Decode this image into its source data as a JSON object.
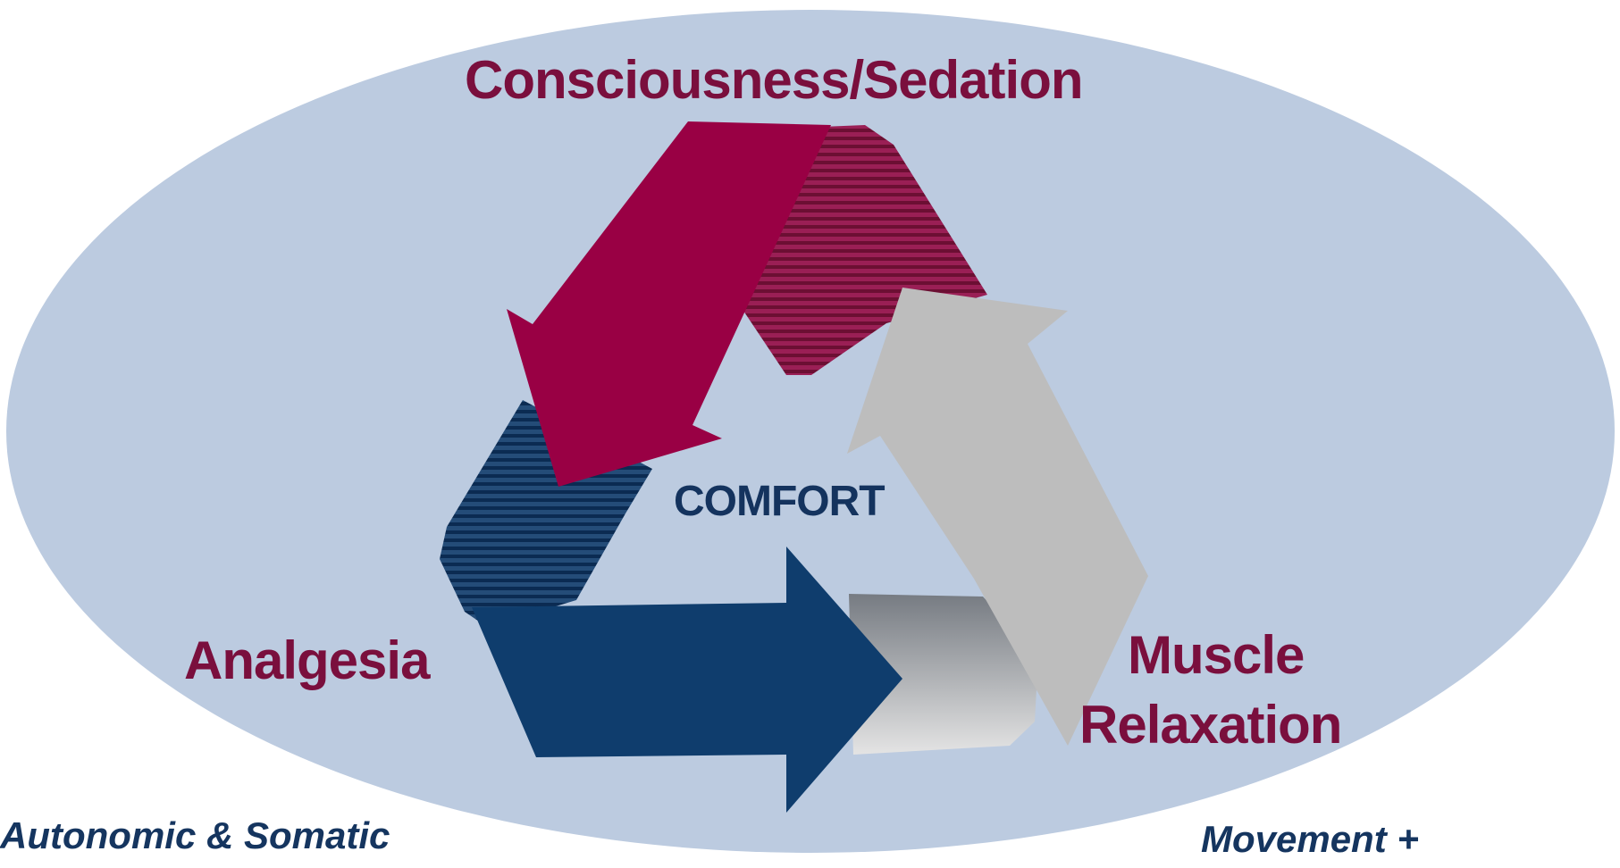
{
  "diagram": {
    "title_top": "Consciousness/Sedation",
    "center": "COMFORT",
    "left_label": "Analgesia",
    "right_label_line1": "Muscle",
    "right_label_line2": "Relaxation",
    "bottom_left_note": "Autonomic & Somatic",
    "bottom_right_note": "Movement +"
  },
  "colors": {
    "background_ellipse": "#bccbe0",
    "sedation_arrow": "#990044",
    "analgesia_arrow": "#0f3d6d",
    "muscle_arrow": "#bdbdbd"
  },
  "icons": {
    "sedation_arrow": "arrow-down-left-shape",
    "analgesia_arrow": "arrow-right-shape",
    "muscle_arrow": "arrow-up-shape"
  }
}
